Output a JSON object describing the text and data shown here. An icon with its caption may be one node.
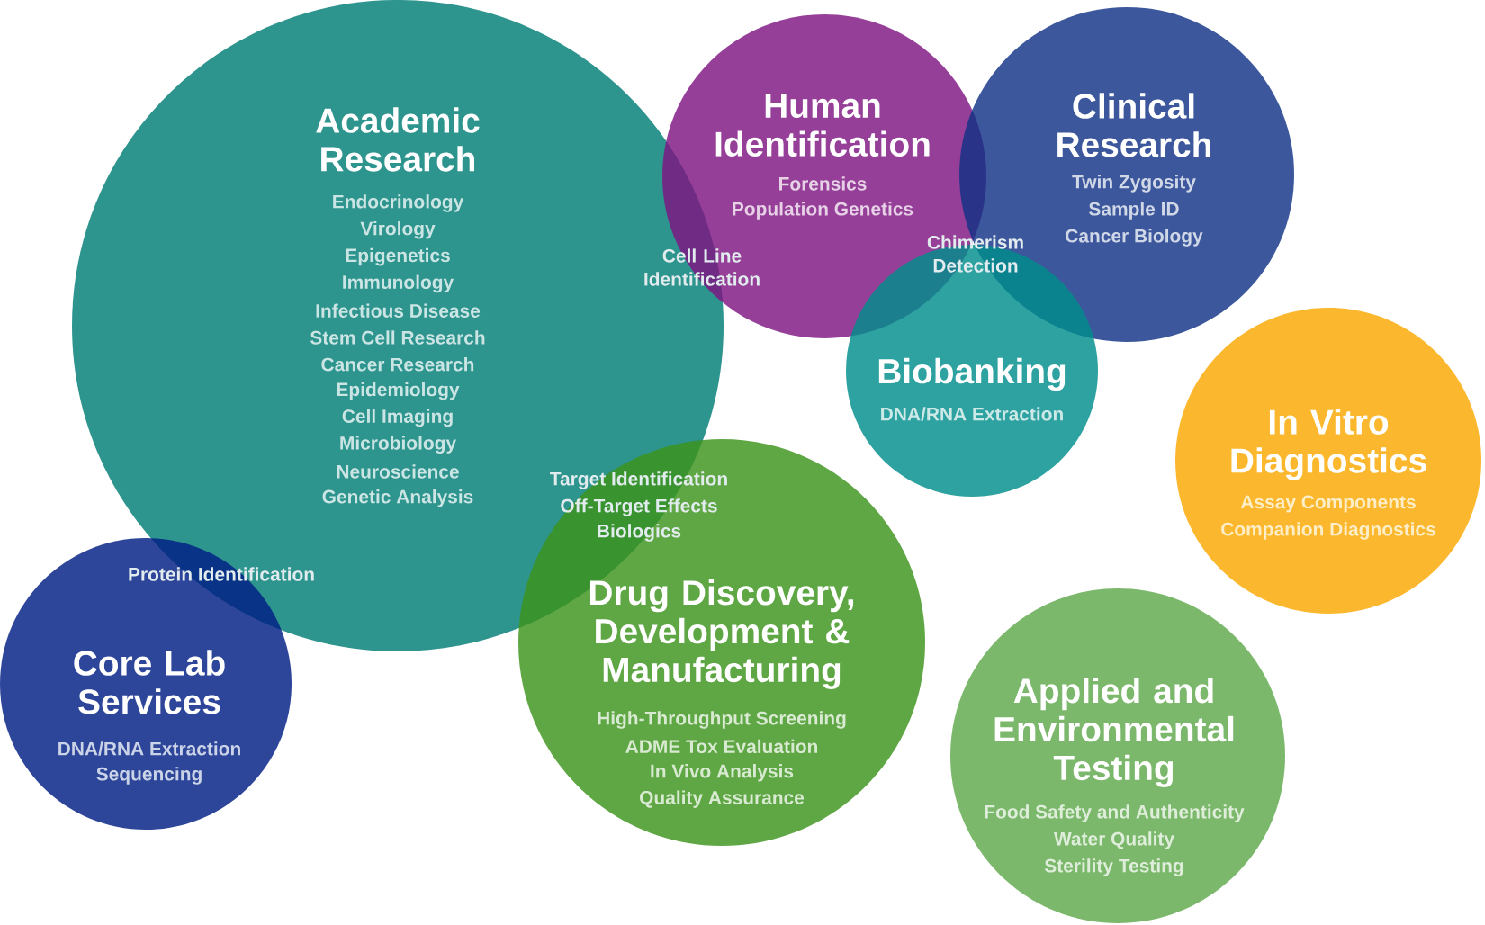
{
  "diagram": {
    "nodes": [
      {
        "text": [
          "Academic Research",
          "Endocrinology",
          "Virology",
          "Epigenetics",
          "Immunology",
          "Infectious Disease",
          "Stem Cell Research",
          "Cancer Research",
          "Epidemiology",
          "Cell Imaging",
          "Microbiology",
          "Neuroscience",
          "Genetic Analysis"
        ]
      },
      {
        "text": [
          "Human Identification",
          "Forensics",
          "Population Genetics"
        ]
      },
      {
        "text": [
          "Clinical Research",
          "Twin Zygosity",
          "Sample ID",
          "Cancer Biology"
        ]
      },
      {
        "text": [
          "Biobanking",
          "DNA/RNA Extraction"
        ]
      },
      {
        "text": [
          "In Vitro Diagnostics",
          "Assay Components",
          "Companion Diagnostics"
        ]
      },
      {
        "text": [
          "Core Lab Services",
          "DNA/RNA Extraction",
          "Sequencing"
        ]
      },
      {
        "text": [
          "Drug Discovery, Development & Manufacturing",
          "High-Throughput Screening",
          "ADME Tox Evaluation",
          "In Vivo Analysis",
          "Quality Assurance"
        ]
      },
      {
        "text": [
          "Applied and Environmental Testing",
          "Food Safety and Authenticity",
          "Water Quality",
          "Sterility Testing"
        ]
      }
    ],
    "labels": [
      "Cell Line Identification",
      "Chimerism Detection",
      "Target Identification",
      "Off-Target Effects",
      "Biologics",
      "Protein Identification"
    ]
  }
}
